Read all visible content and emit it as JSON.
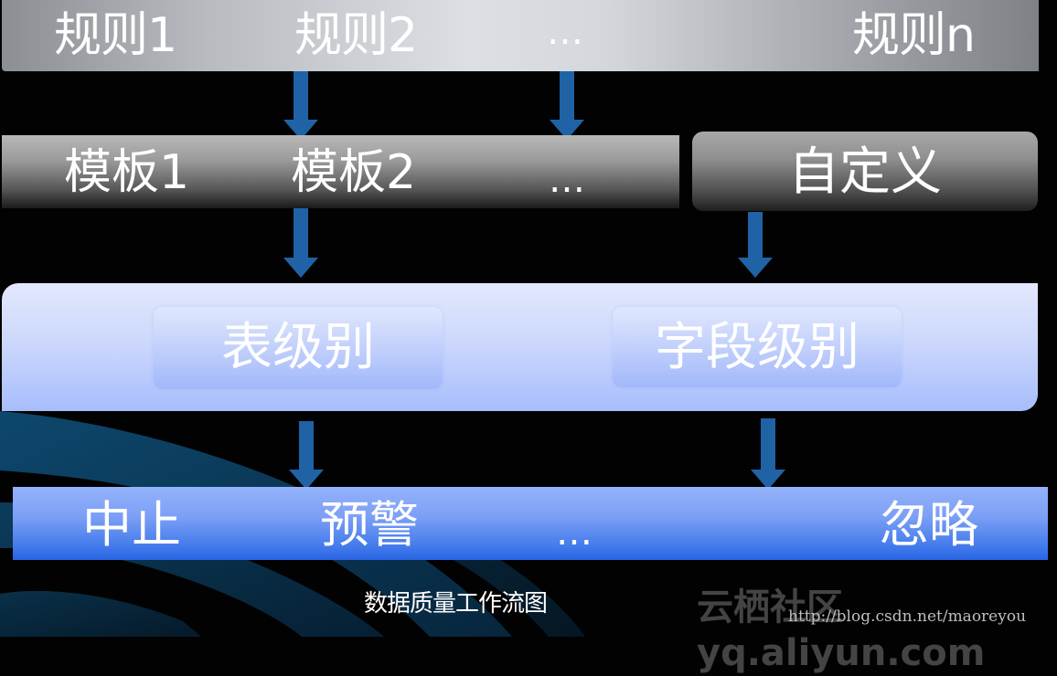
{
  "diagram": {
    "caption": "数据质量工作流图",
    "colors": {
      "arrow": "#1f63a6",
      "background": "#020202",
      "level_bar": "#c4d2fc",
      "action_bar": "#4a7fee"
    },
    "rules_row": {
      "items": [
        "规则1",
        "规则2",
        "…",
        "规则n"
      ]
    },
    "templates_row": {
      "items": [
        "模板1",
        "模板2",
        "…"
      ],
      "custom": "自定义"
    },
    "levels_row": {
      "items": [
        "表级别",
        "字段级别"
      ]
    },
    "actions_row": {
      "items": [
        "中止",
        "预警",
        "…",
        "忽略"
      ]
    },
    "edges": [
      {
        "from": "规则1/规则2",
        "to": "模板2"
      },
      {
        "from": "…(规则)",
        "to": "…(模板)"
      },
      {
        "from": "模板2",
        "to": "表级别"
      },
      {
        "from": "自定义",
        "to": "字段级别"
      },
      {
        "from": "表级别",
        "to": "预警"
      },
      {
        "from": "字段级别",
        "to": "忽略"
      }
    ]
  },
  "watermark": {
    "brand": "云栖社区 yq.aliyun.com",
    "url": "http://blog.csdn.net/maoreyou"
  }
}
